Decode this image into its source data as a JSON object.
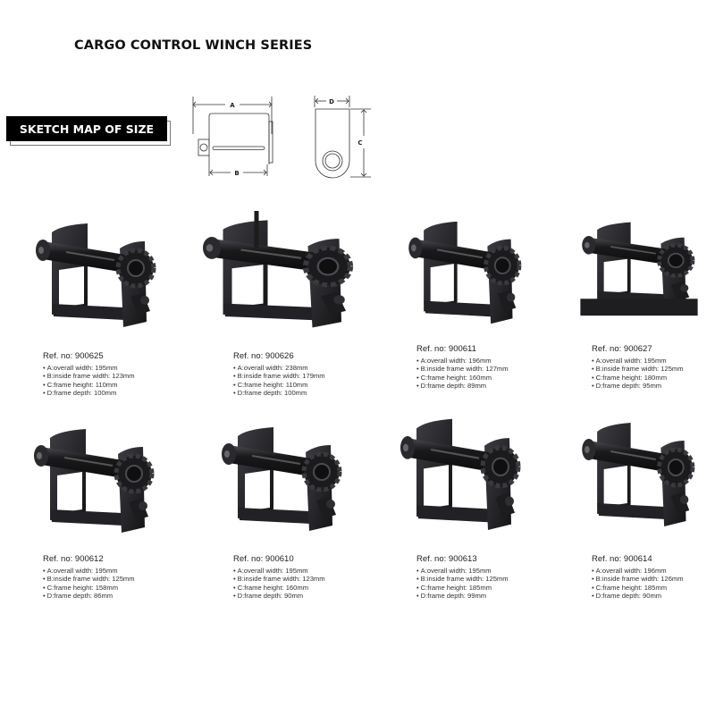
{
  "header": {
    "title": "CARGO CONTROL WINCH SERIES",
    "sketch_badge": "SKETCH MAP OF SIZE"
  },
  "diagram": {
    "front_view": {
      "dim_top": "A",
      "dim_bottom": "B"
    },
    "side_view": {
      "dim_top": "D",
      "dim_right": "C"
    }
  },
  "products": [
    {
      "ref": "Ref. no: 900625",
      "specs": [
        "A:overall width: 195mm",
        "B:inside frame width: 123mm",
        "C:frame height: 110mm",
        "D:frame depth: 100mm"
      ]
    },
    {
      "ref": "Ref. no: 900626",
      "specs": [
        "A:overall width: 238mm",
        "B:inside frame width: 179mm",
        "C:frame height: 110mm",
        "D:frame depth: 100mm"
      ]
    },
    {
      "ref": "Ref. no: 900611",
      "specs": [
        "A:overall width: 196mm",
        "B:inside frame width: 127mm",
        "C:frame height: 160mm",
        "D:frame depth: 89mm"
      ]
    },
    {
      "ref": "Ref. no: 900627",
      "specs": [
        "A:overall width: 195mm",
        "B:inside frame width: 125mm",
        "C:frame height: 180mm",
        "D:frame depth: 95mm"
      ]
    },
    {
      "ref": "Ref. no: 900612",
      "specs": [
        "A:overall width: 195mm",
        "B:inside frame width: 125mm",
        "C:frame height: 158mm",
        "D:frame depth: 86mm"
      ]
    },
    {
      "ref": "Ref. no: 900610",
      "specs": [
        "A:overall width: 195mm",
        "B:inside frame width: 123mm",
        "C:frame height: 160mm",
        "D:frame depth: 90mm"
      ]
    },
    {
      "ref": "Ref. no: 900613",
      "specs": [
        "A:overall width: 195mm",
        "B:inside frame width: 125mm",
        "C:frame height: 185mm",
        "D:frame depth: 99mm"
      ]
    },
    {
      "ref": "Ref. no: 900614",
      "specs": [
        "A:overall width: 196mm",
        "B:inside frame width: 126mm",
        "C:frame height: 185mm",
        "D:frame depth: 90mm"
      ]
    }
  ],
  "colors": {
    "metal_dark": "#1c1c1e",
    "metal_mid": "#3a3a3e",
    "metal_light": "#6b6b70",
    "badge_bg": "#000000"
  }
}
